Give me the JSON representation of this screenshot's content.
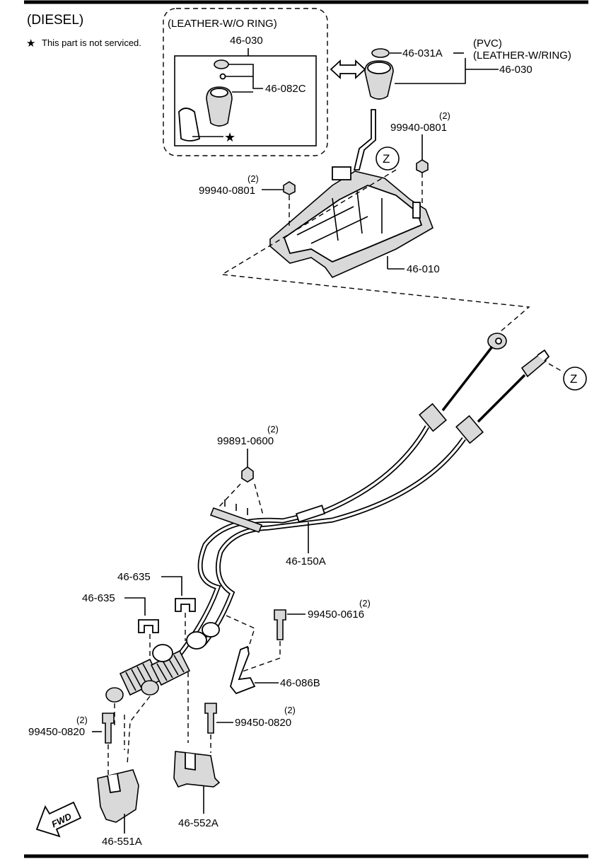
{
  "header": {
    "title": "(DIESEL)",
    "note_star": "★",
    "note_text": "This part is not serviced."
  },
  "inset": {
    "title": "(LEATHER-W/O RING)",
    "knob_part": "46-030",
    "ring_part": "46-082C",
    "star": "★"
  },
  "knob_variant": {
    "cap_part": "46-031A",
    "material_1": "(PVC)",
    "material_2": "(LEATHER-W/RING)",
    "knob_part": "46-030"
  },
  "parts": {
    "nut_top_right_qty": "(2)",
    "nut_top_right": "99940-0801",
    "nut_top_left_qty": "(2)",
    "nut_top_left": "99940-0801",
    "shifter_base": "46-010",
    "view_ref_top": "Z",
    "view_ref_right": "Z",
    "nut_cable_qty": "(2)",
    "nut_cable": "99891-0600",
    "cable_assy": "46-150A",
    "clip_upper": "46-635",
    "clip_lower": "46-635",
    "bolt_bracket_qty": "(2)",
    "bolt_bracket": "99450-0616",
    "bracket_small": "46-086B",
    "bolt_left_qty": "(2)",
    "bolt_left": "99450-0820",
    "bolt_mid_qty": "(2)",
    "bolt_mid": "99450-0820",
    "bracket_left": "46-551A",
    "bracket_right": "46-552A",
    "fwd": "FWD"
  }
}
